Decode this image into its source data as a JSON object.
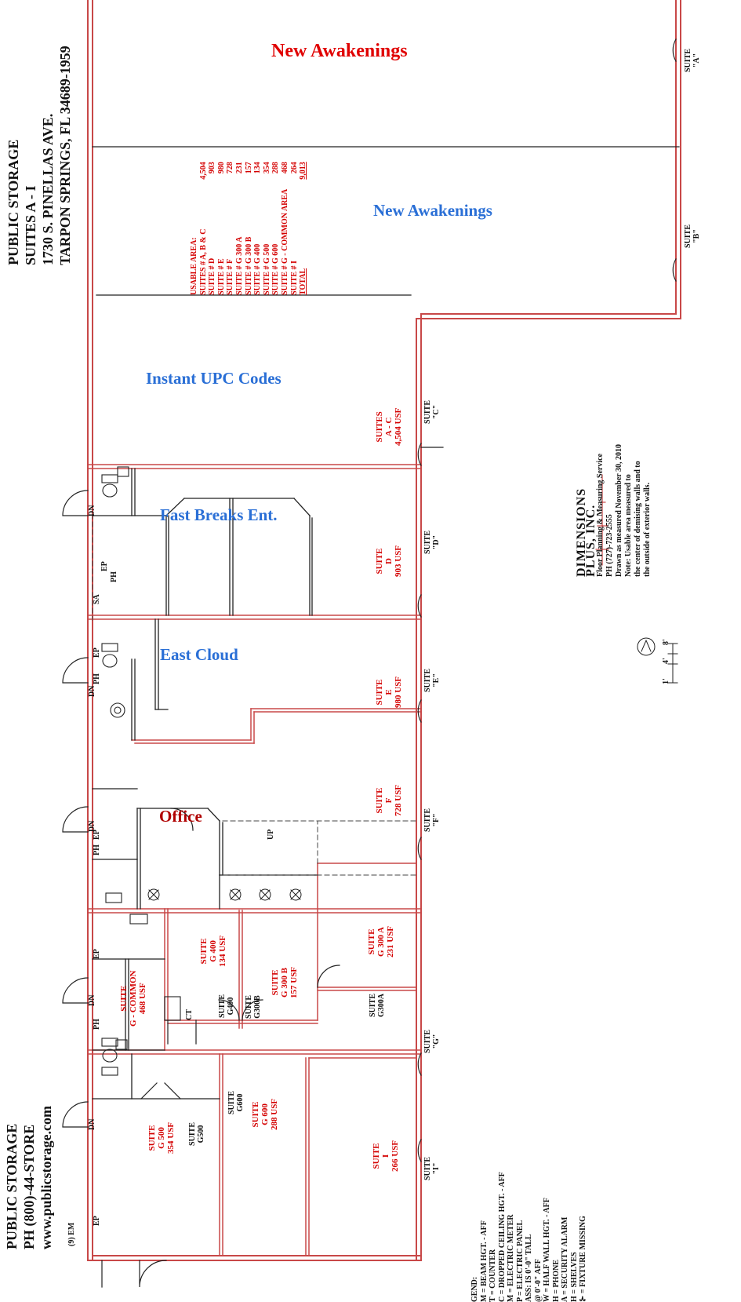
{
  "header_top": {
    "lines": [
      "PUBLIC STORAGE",
      "SUITES A - I",
      "1730 S. PINELLAS AVE.",
      "TARPON SPRINGS, FL 34689-1959"
    ]
  },
  "header_bottom": {
    "lines": [
      "PUBLIC STORAGE",
      "PH (800)-44-STORE",
      "www.publicstorage.com"
    ]
  },
  "usable_area": {
    "title": "USABLE AREA:",
    "rows": [
      {
        "label": "SUITES # A, B & C",
        "value": "4,504"
      },
      {
        "label": "SUITE # D",
        "value": "903"
      },
      {
        "label": "SUITE # E",
        "value": "980"
      },
      {
        "label": "SUITE # F",
        "value": "728"
      },
      {
        "label": "SUITE # G 300 A",
        "value": "231"
      },
      {
        "label": "SUITE # G 300 B",
        "value": "157"
      },
      {
        "label": "SUITE # G 400",
        "value": "134"
      },
      {
        "label": "SUITE # G 500",
        "value": "354"
      },
      {
        "label": "SUITE # G 600",
        "value": "288"
      },
      {
        "label": "SUITE # G - COMMON AREA",
        "value": "468"
      },
      {
        "label": "SUITE # I",
        "value": "264"
      }
    ],
    "total_label": "TOTAL",
    "total_value": "9,013"
  },
  "tenants": {
    "t1": "New Awakenings",
    "t2": "New Awakenings",
    "t3": "Instant UPC Codes",
    "t4": "Fast Breaks Ent.",
    "t5": "East Cloud",
    "t6": "Office"
  },
  "suites": {
    "abc": [
      "SUITES",
      "A - C",
      "4,504 USF"
    ],
    "d": [
      "SUITE",
      "D",
      "903 USF"
    ],
    "e": [
      "SUITE",
      "E",
      "980 USF"
    ],
    "f": [
      "SUITE",
      "F",
      "728 USF"
    ],
    "g300a": [
      "SUITE",
      "G 300 A",
      "231 USF"
    ],
    "g400": [
      "SUITE",
      "G 400",
      "134 USF"
    ],
    "g300b": [
      "SUITE",
      "G 300 B",
      "157 USF"
    ],
    "gcommon": [
      "SUITE",
      "G - COMMON",
      "468 USF"
    ],
    "g500": [
      "SUITE",
      "G 500",
      "354 USF"
    ],
    "g600": [
      "SUITE",
      "G 600",
      "288 USF"
    ],
    "i": [
      "SUITE",
      "I",
      "266 USF"
    ]
  },
  "door_labels": {
    "a": [
      "SUITE",
      "\"A\""
    ],
    "b": [
      "SUITE",
      "\"B\""
    ],
    "c": [
      "SUITE",
      "\"C\""
    ],
    "d": [
      "SUITE",
      "\"D\""
    ],
    "e": [
      "SUITE",
      "\"E\""
    ],
    "f": [
      "SUITE",
      "\"F\""
    ],
    "g": [
      "SUITE",
      "\"G\""
    ],
    "i": [
      "SUITE",
      "\"I\""
    ],
    "g300a": [
      "SUITE",
      "G300A"
    ],
    "g400": [
      "SUITE",
      "G400"
    ],
    "g300b": [
      "SUITE",
      "G300B"
    ],
    "g500": [
      "SUITE",
      "G500"
    ],
    "g600": [
      "SUITE",
      "G600"
    ]
  },
  "fixtures": {
    "dn": "DN",
    "ep": "EP",
    "ph": "PH",
    "sa": "SA",
    "ct": "CT",
    "up": "UP",
    "em": "(9) EM"
  },
  "company": {
    "name_big": "DIMENSIONS",
    "name_line2": "PLUS, INC.",
    "service": "Floor Planning & Measuring Service",
    "phone": "PH (727)-723-2555",
    "drawn": "Drawn as measured November 30, 2010",
    "note1": "Note: Usable area measured to",
    "note2": "the center of demising walls and to",
    "note3": "the outside of exterior walls."
  },
  "scale": {
    "l1": "1'",
    "l2": "4'",
    "l3": "8'"
  },
  "legend": {
    "title": "GEND:",
    "lines": [
      "M = BEAM HGT. - AFF",
      "T = COUNTER",
      "C = DROPPED CEILING HGT. - AFF",
      "M = ELECTRIC METER",
      "P = ELECTRIC PANEL",
      "ASS: IS 0'-0\" TALL",
      "@ 0'-0\" AFF",
      "W = HALF WALL HGT. - AFF",
      "H = PHONE",
      "A = SECURITY ALARM",
      "H = SHELVES",
      "⊱ = FIXTURE MISSING"
    ]
  },
  "colors": {
    "wall_red": "#c84848",
    "wall_black": "#222222",
    "tenant_red": "#e00000",
    "tenant_blue": "#2a6fd6",
    "tenant_dark_red": "#b00000",
    "usable_red": "#d40000"
  }
}
